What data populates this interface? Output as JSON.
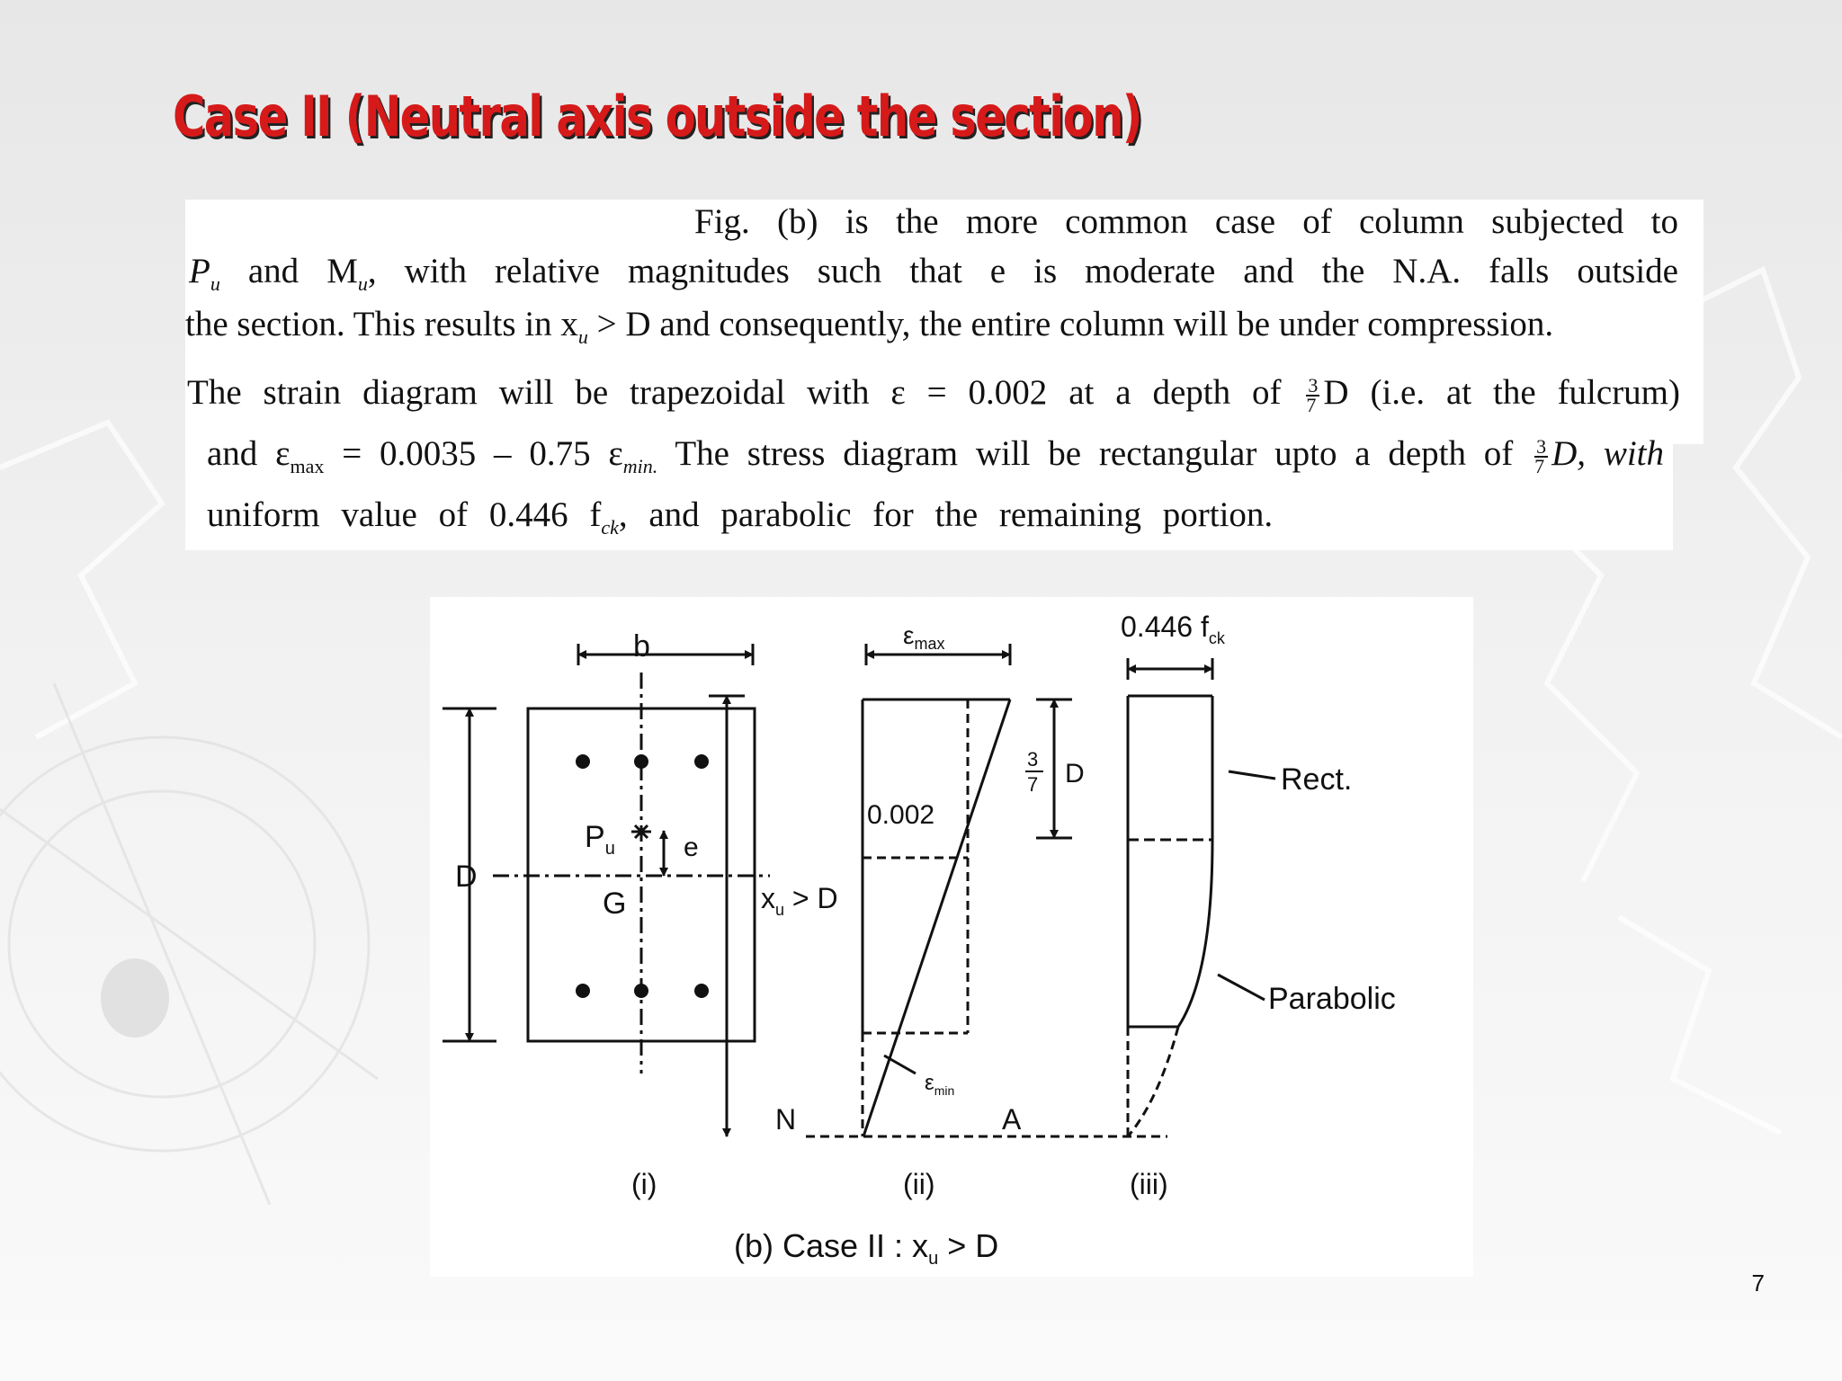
{
  "slide": {
    "title": "Case II (Neutral axis outside the section)",
    "page_number": "7"
  },
  "paragraph": {
    "line1": "Fig. (b) is the more common case of column subjected to",
    "line2_a": "P",
    "line2_a_sub": "u",
    "line2_b": " and M",
    "line2_b_sub": "u",
    "line2_c": ", with relative magnitudes such that e is moderate and the N.A. falls outside",
    "line3_a": "the section. This results in x",
    "line3_a_sub": "u",
    "line3_b": " > D and consequently, the entire column will be under compression.",
    "line4_a": "The strain diagram will be trapezoidal with ε = 0.002 at a depth of",
    "line4_frac_num": "3",
    "line4_frac_den": "7",
    "line4_b": "D (i.e. at the fulcrum)",
    "line5_a": "and ε",
    "line5_a_sub": "max",
    "line5_b": " = 0.0035 – 0.75 ε",
    "line5_b_sub": "min.",
    "line5_c": " The stress diagram will be rectangular upto a depth of",
    "line5_frac_num": "3",
    "line5_frac_den": "7",
    "line5_d": "D, with",
    "line6_a": "uniform value of 0.446 f",
    "line6_a_sub": "ck",
    "line6_b": ", and parabolic for the remaining portion."
  },
  "figure": {
    "label_b": "b",
    "label_D": "D",
    "label_P": "P",
    "label_P_sub": "u",
    "label_e": "e",
    "label_G": "G",
    "label_xu": "x",
    "label_xu_sub": "u",
    "label_xu_rest": " > D",
    "label_emax": "ε",
    "label_emax_sub": "max",
    "label_0002": "0.002",
    "label_frac_num": "3",
    "label_frac_den": "7",
    "label_frac_D": "D",
    "label_emin": "ε",
    "label_emin_sub": "min",
    "label_N": "N",
    "label_A": "A",
    "label_0446": "0.446 f",
    "label_0446_sub": "ck",
    "label_rect": "Rect.",
    "label_parabolic": "Parabolic",
    "panel_i": "(i)",
    "panel_ii": "(ii)",
    "panel_iii": "(iii)",
    "caption_a": "(b) Case II : x",
    "caption_sub": "u",
    "caption_b": " > D"
  }
}
